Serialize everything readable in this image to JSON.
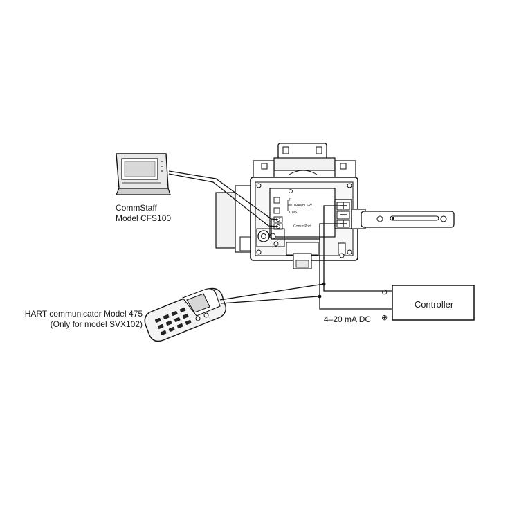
{
  "labels": {
    "commstaff_line1": "CommStaff",
    "commstaff_line2": "Model CFS100",
    "hart_line1": "HART communicator Model 475",
    "hart_line2": "(Only for model SVX102)",
    "current": "4–20 mA DC",
    "controller": "Controller"
  },
  "terminal_text": {
    "travel_sw": "TRAVELSW",
    "cws": "CWS",
    "commstaff": "CommPort",
    "p": "P"
  },
  "symbols": {
    "minus": "⊖",
    "plus": "⊕"
  },
  "icons": [
    "laptop-icon",
    "hart-communicator-icon",
    "positioner-icon",
    "feedback-lever-icon"
  ],
  "colors": {
    "line": "#111111",
    "panel": "#f2f2f2",
    "background": "#ffffff"
  }
}
